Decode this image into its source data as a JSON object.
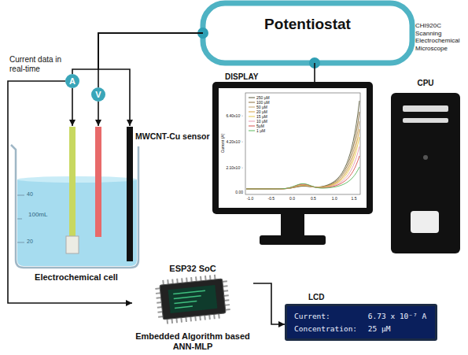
{
  "diagram": {
    "nodes": [
      {
        "text": [
          "Potentiostat"
        ]
      },
      {
        "text": [
          "DISPLAY"
        ]
      },
      {
        "text": [
          "CPU"
        ]
      },
      {
        "text": [
          "A"
        ]
      },
      {
        "text": [
          "V"
        ]
      },
      {
        "text": [
          "Electrochemical cell"
        ]
      },
      {
        "text": [
          "ESP32 SoC",
          "Embedded Algorithm based ANN-MLP"
        ]
      },
      {
        "text": [
          "LCD",
          "Current:",
          "6.73 x 10⁻⁷ A",
          "Concentration:",
          "25 µM"
        ]
      }
    ],
    "edges": [
      {
        "from": 0,
        "to": 1,
        "arrow": "none"
      },
      {
        "from": 0,
        "to": 3,
        "arrow": "none"
      },
      {
        "from": 0,
        "to": 4,
        "arrow": "none"
      },
      {
        "from": 0,
        "to": 5,
        "arrow": "to"
      },
      {
        "from": 3,
        "to": 5,
        "arrow": "to"
      },
      {
        "from": 4,
        "to": 5,
        "arrow": "to"
      },
      {
        "from": 3,
        "to": 6,
        "arrow": "to"
      },
      {
        "from": 6,
        "to": 7,
        "arrow": "to"
      }
    ],
    "labels": [
      "CHI920C Scanning Electrochemical Microscope",
      "Current data in real-time",
      "MWCNT-Cu sensor",
      "Current (A)",
      "6.40x10⁻⁷",
      "4.20x10⁻⁷",
      "2.10x10⁻⁷",
      "0.00",
      "-1.0",
      "-0.5",
      "0.0",
      "0.5",
      "1.0",
      "1.5",
      "100mL",
      "40",
      "20"
    ],
    "legend": [
      {
        "text": "250 µM"
      },
      {
        "text": "100 µM"
      },
      {
        "text": "50 µM"
      },
      {
        "text": "20 µM"
      },
      {
        "text": "15 µM"
      },
      {
        "text": "10 µM"
      },
      {
        "text": "5µM"
      },
      {
        "text": "1 µM"
      }
    ]
  }
}
